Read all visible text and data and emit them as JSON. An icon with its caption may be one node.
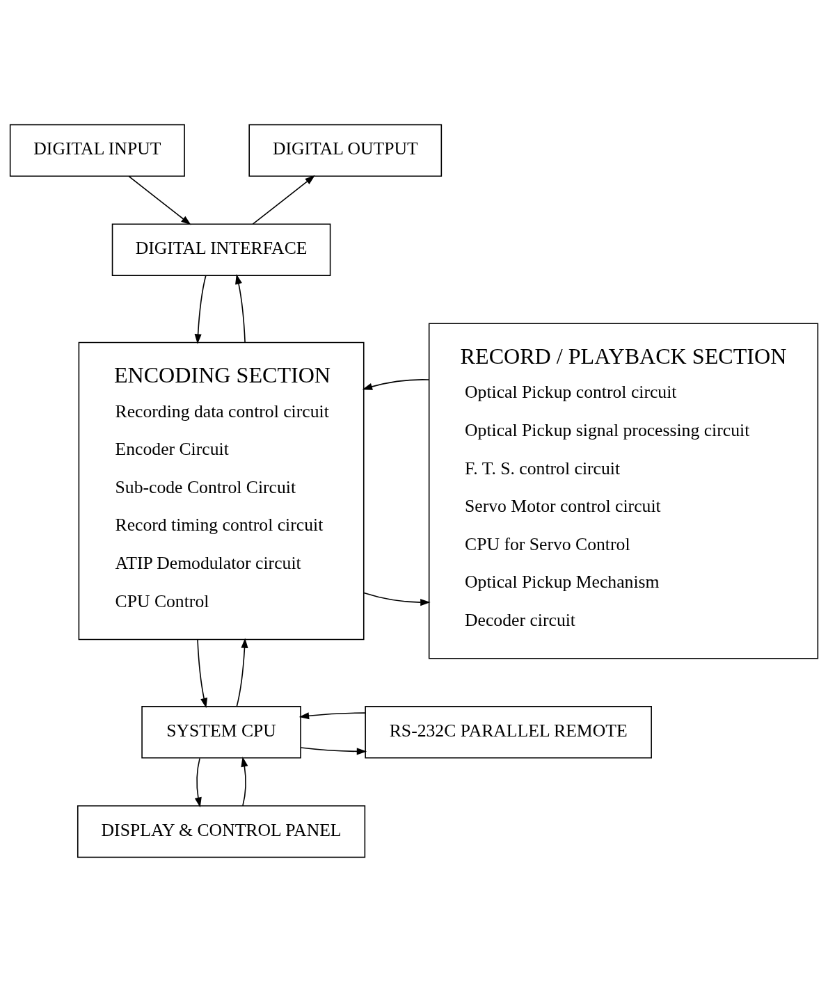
{
  "diagram": {
    "nodes": [
      {
        "text": [
          "DIGITAL INPUT"
        ]
      },
      {
        "text": [
          "DIGITAL OUTPUT"
        ]
      },
      {
        "text": [
          "DIGITAL INTERFACE"
        ]
      },
      {
        "text": [
          "ENCODING SECTION",
          "Recording data control circuit",
          "Encoder Circuit",
          "Sub-code Control Circuit",
          "Record timing control circuit",
          "ATIP Demodulator circuit",
          "CPU Control"
        ]
      },
      {
        "text": [
          "RECORD / PLAYBACK SECTION",
          "Optical Pickup control circuit",
          "Optical Pickup signal processing circuit",
          "F. T. S. control circuit",
          "Servo Motor control circuit",
          "CPU for Servo Control",
          "Optical Pickup Mechanism",
          "Decoder circuit"
        ]
      },
      {
        "text": [
          "SYSTEM CPU"
        ]
      },
      {
        "text": [
          "RS-232C PARALLEL REMOTE"
        ]
      },
      {
        "text": [
          "DISPLAY & CONTROL PANEL"
        ]
      }
    ],
    "edges": [
      {
        "from": 0,
        "to": 2,
        "arrow": "to"
      },
      {
        "from": 2,
        "to": 1,
        "arrow": "to"
      },
      {
        "from": 2,
        "to": 3,
        "arrow": "to"
      },
      {
        "from": 3,
        "to": 2,
        "arrow": "to"
      },
      {
        "from": 3,
        "to": 4,
        "arrow": "to"
      },
      {
        "from": 4,
        "to": 3,
        "arrow": "to"
      },
      {
        "from": 3,
        "to": 5,
        "arrow": "to"
      },
      {
        "from": 5,
        "to": 3,
        "arrow": "to"
      },
      {
        "from": 5,
        "to": 6,
        "arrow": "to"
      },
      {
        "from": 6,
        "to": 5,
        "arrow": "to"
      },
      {
        "from": 5,
        "to": 7,
        "arrow": "to"
      },
      {
        "from": 7,
        "to": 5,
        "arrow": "to"
      }
    ]
  }
}
